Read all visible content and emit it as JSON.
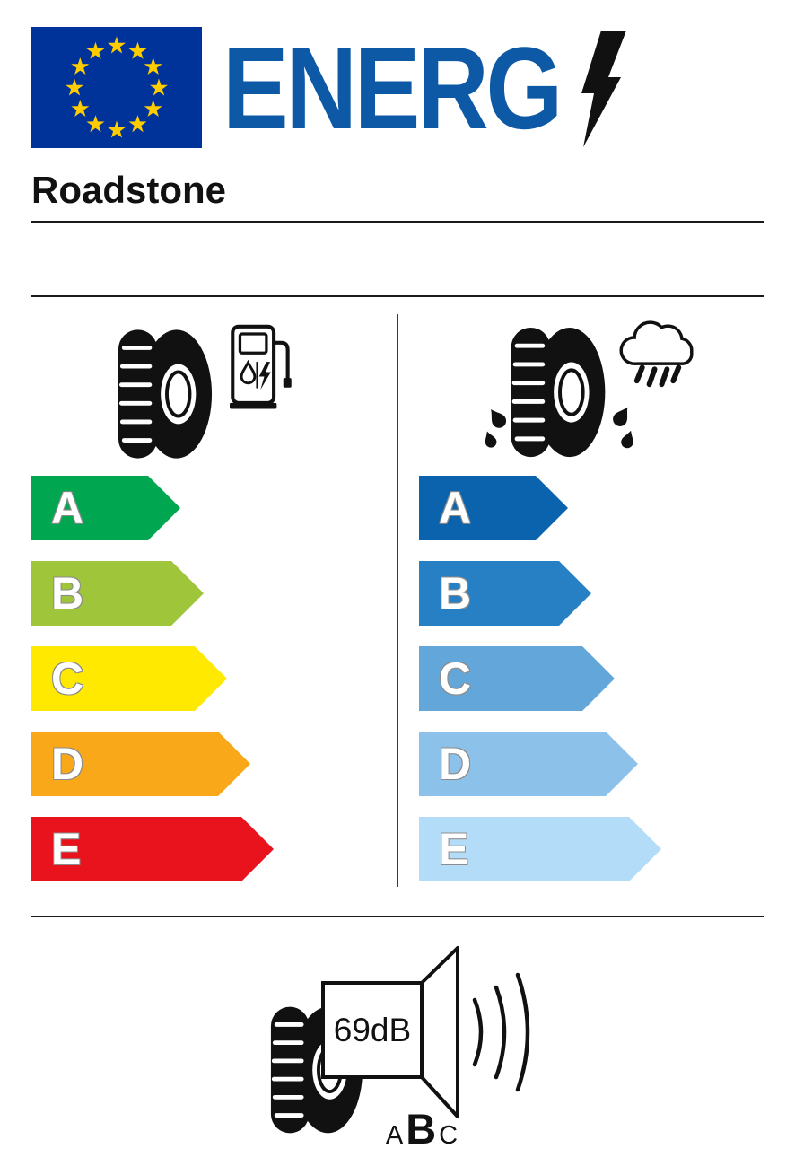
{
  "header": {
    "logo_text": "ENERG",
    "logo_color": "#0d59a6",
    "flag": {
      "icon": "eu-flag-icon",
      "background": "#003399",
      "star_color": "#ffcc00"
    },
    "bolt_icon": "lightning-bolt-icon",
    "brand": "Roadstone"
  },
  "fuel_efficiency": {
    "icons": [
      "tire-icon",
      "fuel-pump-icon"
    ],
    "grades": [
      {
        "letter": "A",
        "color": "#00a650"
      },
      {
        "letter": "B",
        "color": "#9fc63b"
      },
      {
        "letter": "C",
        "color": "#ffe900"
      },
      {
        "letter": "D",
        "color": "#f8a818"
      },
      {
        "letter": "E",
        "color": "#e9131d"
      }
    ]
  },
  "wet_grip": {
    "icons": [
      "tire-icon",
      "rain-cloud-icon",
      "water-splash-icon"
    ],
    "grades": [
      {
        "letter": "A",
        "color": "#0b62ad"
      },
      {
        "letter": "B",
        "color": "#2780c3"
      },
      {
        "letter": "C",
        "color": "#63a7da"
      },
      {
        "letter": "D",
        "color": "#8cc2e9"
      },
      {
        "letter": "E",
        "color": "#b3dcf8"
      }
    ]
  },
  "noise": {
    "icons": [
      "tire-icon",
      "speaker-icon",
      "sound-waves-icon"
    ],
    "value": "69dB",
    "classes": [
      {
        "label": "A",
        "selected": false
      },
      {
        "label": "B",
        "selected": true
      },
      {
        "label": "C",
        "selected": false
      }
    ]
  }
}
